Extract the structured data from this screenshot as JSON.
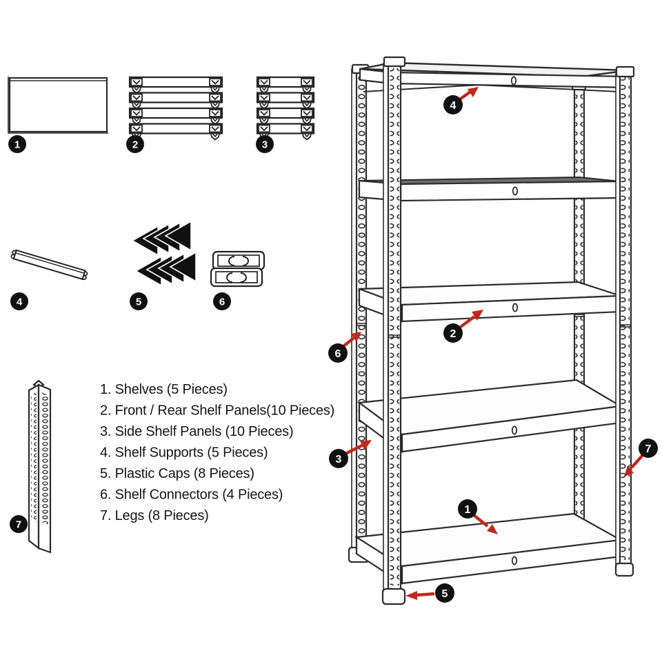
{
  "page": {
    "background": "#ffffff"
  },
  "parts_list": {
    "items": [
      "1. Shelves (5 Pieces)",
      "2. Front / Rear Shelf Panels(10 Pieces)",
      "3. Side Shelf Panels (10 Pieces)",
      "4. Shelf Supports (5 Pieces)",
      "5. Plastic Caps (8 Pieces)",
      "6. Shelf Connectors (4 Pieces)",
      "7. Legs (8 Pieces)"
    ]
  },
  "part_badges": [
    "1",
    "2",
    "3",
    "4",
    "5",
    "6",
    "7"
  ],
  "callouts": {
    "shelf": "1",
    "front_rear_panel": "2",
    "side_panel": "3",
    "shelf_support": "4",
    "plastic_cap": "5",
    "shelf_connector": "6",
    "leg": "7"
  },
  "colors": {
    "arrow_red": "#bf2a1c",
    "line": "#2b2b2b",
    "badge_black": "#111111"
  }
}
